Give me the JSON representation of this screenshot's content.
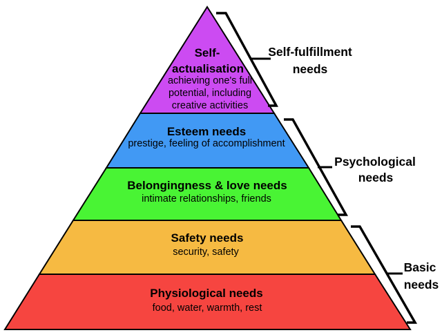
{
  "background_color": "#FFFFFF",
  "outline_color": "#000000",
  "pyramid": {
    "levels": [
      {
        "id": "self-actualisation",
        "color": "#CC4BF2",
        "title_lines": [
          "Self-",
          "actualisation"
        ],
        "subtitle_lines": [
          "achieving one's full",
          "potential, including",
          "creative activities"
        ]
      },
      {
        "id": "esteem",
        "color": "#4199F4",
        "title_lines": [
          "Esteem needs"
        ],
        "subtitle_lines": [
          "prestige, feeling of accomplishment"
        ]
      },
      {
        "id": "belongingness-love",
        "color": "#49F434",
        "title_lines": [
          "Belongingness & love needs"
        ],
        "subtitle_lines": [
          "intimate relationships, friends"
        ]
      },
      {
        "id": "safety",
        "color": "#F6BA42",
        "title_lines": [
          "Safety needs"
        ],
        "subtitle_lines": [
          "security, safety"
        ]
      },
      {
        "id": "physiological",
        "color": "#F64540",
        "title_lines": [
          "Physiological needs"
        ],
        "subtitle_lines": [
          "food, water, warmth, rest"
        ]
      }
    ]
  },
  "group_labels": [
    {
      "id": "self-fulfillment",
      "lines": [
        "Self-fulfillment",
        "needs"
      ]
    },
    {
      "id": "psychological",
      "lines": [
        "Psychological",
        "needs"
      ]
    },
    {
      "id": "basic",
      "lines": [
        "Basic",
        "needs"
      ]
    }
  ]
}
